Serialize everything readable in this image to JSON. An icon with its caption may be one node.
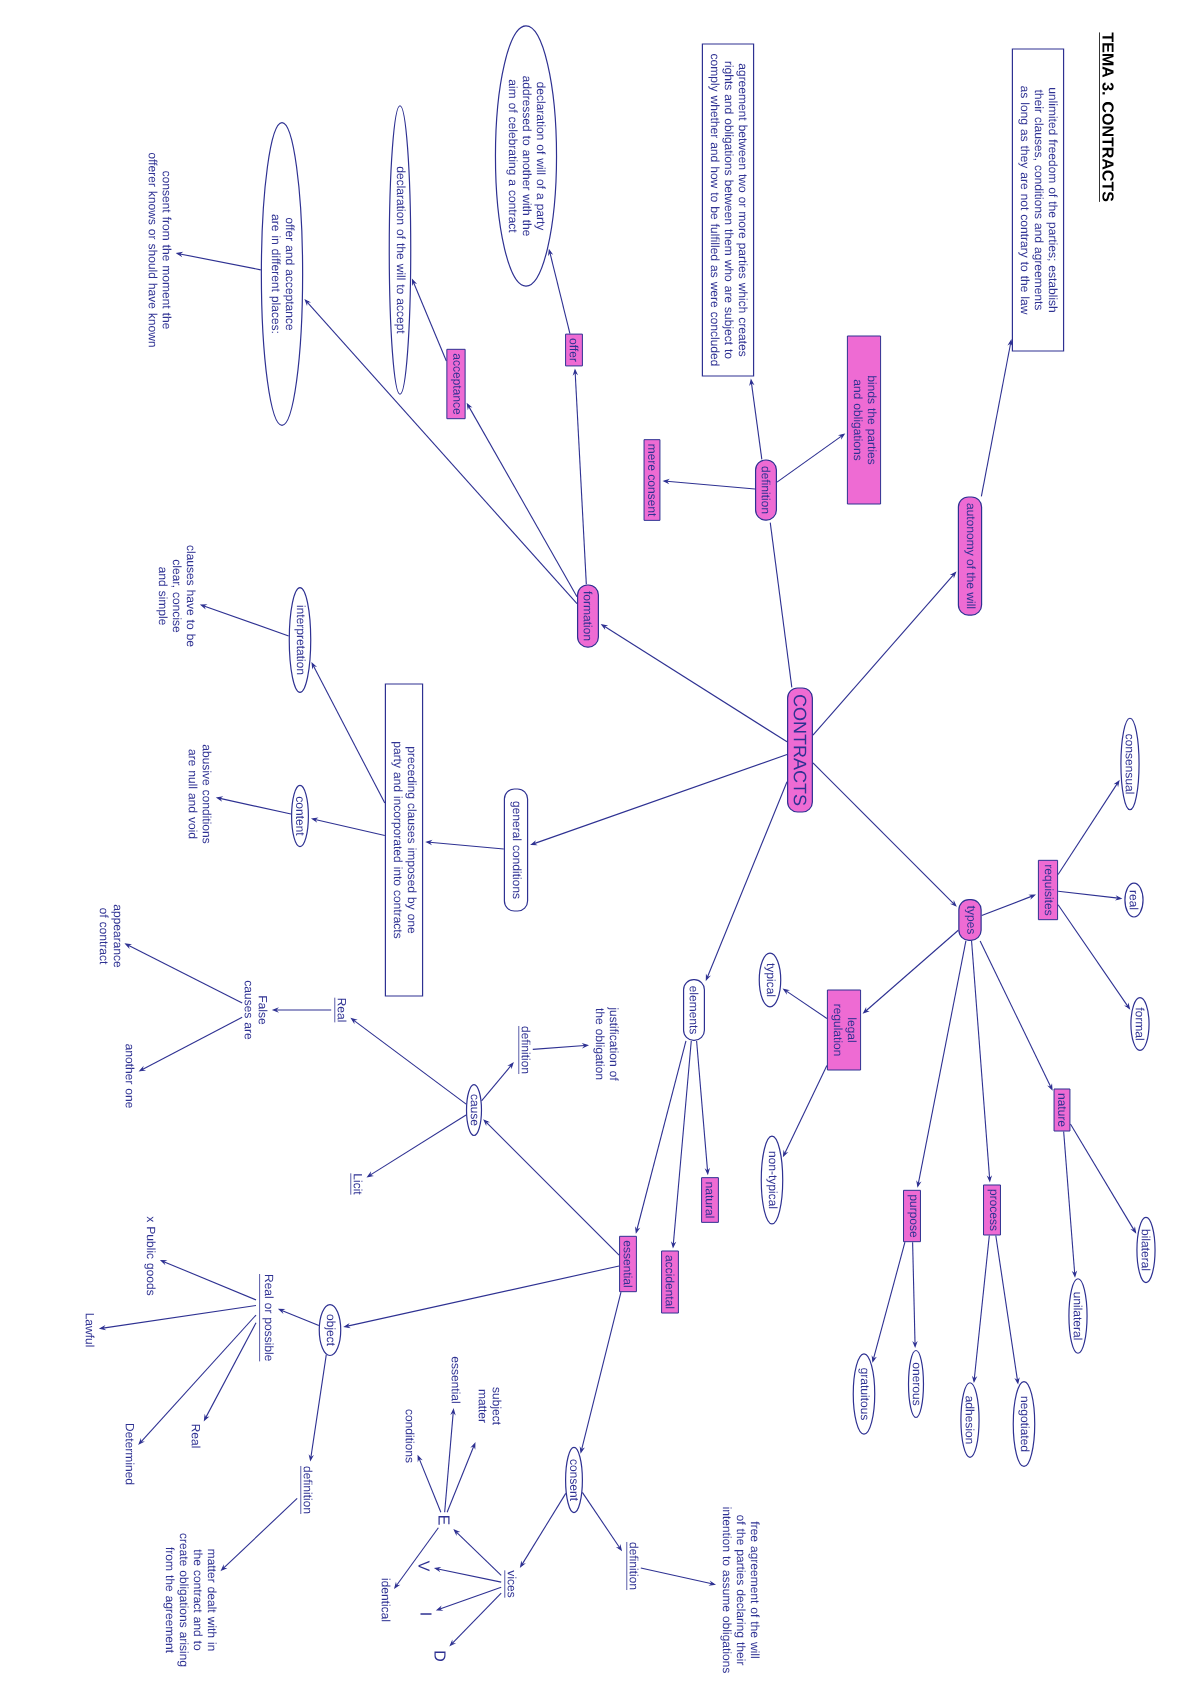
{
  "diagram": {
    "title": "TEMA 3. CONTRACTS",
    "nodes": [
      {
        "text": [
          "CONTRACTS"
        ]
      },
      {
        "text": [
          "autonomy of the will"
        ]
      },
      {
        "text": [
          "unlimited freedom of the parties; establish their clauses, conditions and agreements as long as they are not contrary to the law"
        ]
      },
      {
        "text": [
          "definition"
        ]
      },
      {
        "text": [
          "binds the parties and obligations"
        ]
      },
      {
        "text": [
          "mere consent"
        ]
      },
      {
        "text": [
          "agreement between two or more parties which creates rights and obligations between them who are subject to comply whether and how to be fulfilled as were concluded"
        ]
      },
      {
        "text": [
          "formation"
        ]
      },
      {
        "text": [
          "offer"
        ]
      },
      {
        "text": [
          "declaration of will of a party addressed to another with the aim of celebrating a contract"
        ]
      },
      {
        "text": [
          "acceptance"
        ]
      },
      {
        "text": [
          "declaration of the will to accept"
        ]
      },
      {
        "text": [
          "offer and acceptance are in different places:"
        ]
      },
      {
        "text": [
          "consent from the moment the offerer knows or should have known"
        ]
      },
      {
        "text": [
          "general conditions"
        ]
      },
      {
        "text": [
          "preceding clauses imposed by one party and incorporated into contracts"
        ]
      },
      {
        "text": [
          "interpretation"
        ]
      },
      {
        "text": [
          "clauses have to be clear, concise and simple"
        ]
      },
      {
        "text": [
          "content"
        ]
      },
      {
        "text": [
          "abusive conditions are null and void"
        ]
      },
      {
        "text": [
          "types"
        ]
      },
      {
        "text": [
          "requisites"
        ]
      },
      {
        "text": [
          "consensual"
        ]
      },
      {
        "text": [
          "real"
        ]
      },
      {
        "text": [
          "formal"
        ]
      },
      {
        "text": [
          "nature"
        ]
      },
      {
        "text": [
          "bilateral"
        ]
      },
      {
        "text": [
          "unilateral"
        ]
      },
      {
        "text": [
          "process"
        ]
      },
      {
        "text": [
          "negotiated"
        ]
      },
      {
        "text": [
          "adhesion"
        ]
      },
      {
        "text": [
          "purpose"
        ]
      },
      {
        "text": [
          "onerous"
        ]
      },
      {
        "text": [
          "gratuitous"
        ]
      },
      {
        "text": [
          "legal regulation"
        ]
      },
      {
        "text": [
          "typical"
        ]
      },
      {
        "text": [
          "non-typical"
        ]
      },
      {
        "text": [
          "elements"
        ]
      },
      {
        "text": [
          "natural"
        ]
      },
      {
        "text": [
          "accidental"
        ]
      },
      {
        "text": [
          "essential"
        ]
      },
      {
        "text": [
          "cause"
        ]
      },
      {
        "text": [
          "definition"
        ]
      },
      {
        "text": [
          "justification of the obligation"
        ]
      },
      {
        "text": [
          "Real"
        ]
      },
      {
        "text": [
          "False causes are"
        ]
      },
      {
        "text": [
          "appearance of contract"
        ]
      },
      {
        "text": [
          "another one"
        ]
      },
      {
        "text": [
          "Licit"
        ]
      },
      {
        "text": [
          "object"
        ]
      },
      {
        "text": [
          "consent"
        ]
      },
      {
        "text": [
          "definition"
        ]
      },
      {
        "text": [
          "free agreement of the will of the parties declaring their intention to assume obligations"
        ]
      },
      {
        "text": [
          "vices"
        ]
      },
      {
        "text": [
          "E"
        ]
      },
      {
        "text": [
          "V"
        ]
      },
      {
        "text": [
          "I"
        ]
      },
      {
        "text": [
          "D"
        ]
      },
      {
        "text": [
          "subject matter"
        ]
      },
      {
        "text": [
          "essential"
        ]
      },
      {
        "text": [
          "conditions"
        ]
      },
      {
        "text": [
          "identical"
        ]
      },
      {
        "text": [
          "definition"
        ]
      },
      {
        "text": [
          "matter dealt with in the contract and to create obligations arising from the agreement"
        ]
      },
      {
        "text": [
          "Real or possible"
        ]
      },
      {
        "text": [
          "x Public goods"
        ]
      },
      {
        "text": [
          "Lawful"
        ]
      },
      {
        "text": [
          "Determined"
        ]
      },
      {
        "text": [
          "Real"
        ]
      }
    ],
    "edges": [
      {
        "from": 0,
        "to": 1,
        "arrow": "to"
      },
      {
        "from": 1,
        "to": 2,
        "arrow": "to"
      },
      {
        "from": 0,
        "to": 3,
        "arrow": "none"
      },
      {
        "from": 3,
        "to": 4,
        "arrow": "to"
      },
      {
        "from": 3,
        "to": 5,
        "arrow": "to"
      },
      {
        "from": 3,
        "to": 6,
        "arrow": "to"
      },
      {
        "from": 0,
        "to": 7,
        "arrow": "to"
      },
      {
        "from": 7,
        "to": 8,
        "arrow": "to"
      },
      {
        "from": 7,
        "to": 10,
        "arrow": "to"
      },
      {
        "from": 7,
        "to": 12,
        "arrow": "to"
      },
      {
        "from": 8,
        "to": 9,
        "arrow": "to"
      },
      {
        "from": 10,
        "to": 11,
        "arrow": "to"
      },
      {
        "from": 12,
        "to": 13,
        "arrow": "to"
      },
      {
        "from": 0,
        "to": 14,
        "arrow": "to"
      },
      {
        "from": 14,
        "to": 15,
        "arrow": "to"
      },
      {
        "from": 15,
        "to": 16,
        "arrow": "to"
      },
      {
        "from": 15,
        "to": 18,
        "arrow": "to"
      },
      {
        "from": 16,
        "to": 17,
        "arrow": "to"
      },
      {
        "from": 18,
        "to": 19,
        "arrow": "to"
      },
      {
        "from": 0,
        "to": 20,
        "arrow": "to"
      },
      {
        "from": 20,
        "to": 21,
        "arrow": "to"
      },
      {
        "from": 21,
        "to": 22,
        "arrow": "to"
      },
      {
        "from": 21,
        "to": 23,
        "arrow": "to"
      },
      {
        "from": 21,
        "to": 24,
        "arrow": "to"
      },
      {
        "from": 20,
        "to": 25,
        "arrow": "to"
      },
      {
        "from": 25,
        "to": 26,
        "arrow": "to"
      },
      {
        "from": 25,
        "to": 27,
        "arrow": "to"
      },
      {
        "from": 20,
        "to": 28,
        "arrow": "to"
      },
      {
        "from": 28,
        "to": 29,
        "arrow": "to"
      },
      {
        "from": 28,
        "to": 30,
        "arrow": "to"
      },
      {
        "from": 20,
        "to": 31,
        "arrow": "to"
      },
      {
        "from": 31,
        "to": 32,
        "arrow": "to"
      },
      {
        "from": 31,
        "to": 33,
        "arrow": "to"
      },
      {
        "from": 20,
        "to": 34,
        "arrow": "to"
      },
      {
        "from": 34,
        "to": 35,
        "arrow": "to"
      },
      {
        "from": 34,
        "to": 36,
        "arrow": "to"
      },
      {
        "from": 0,
        "to": 37,
        "arrow": "to"
      },
      {
        "from": 37,
        "to": 38,
        "arrow": "to"
      },
      {
        "from": 37,
        "to": 39,
        "arrow": "to"
      },
      {
        "from": 37,
        "to": 40,
        "arrow": "to"
      },
      {
        "from": 40,
        "to": 41,
        "arrow": "to"
      },
      {
        "from": 40,
        "to": 49,
        "arrow": "to"
      },
      {
        "from": 40,
        "to": 50,
        "arrow": "to"
      },
      {
        "from": 41,
        "to": 42,
        "arrow": "to"
      },
      {
        "from": 42,
        "to": 43,
        "arrow": "to"
      },
      {
        "from": 41,
        "to": 44,
        "arrow": "to"
      },
      {
        "from": 41,
        "to": 48,
        "arrow": "to"
      },
      {
        "from": 44,
        "to": 45,
        "arrow": "to"
      },
      {
        "from": 45,
        "to": 46,
        "arrow": "to"
      },
      {
        "from": 45,
        "to": 47,
        "arrow": "to"
      },
      {
        "from": 49,
        "to": 62,
        "arrow": "to"
      },
      {
        "from": 62,
        "to": 63,
        "arrow": "to"
      },
      {
        "from": 49,
        "to": 64,
        "arrow": "to"
      },
      {
        "from": 64,
        "to": 65,
        "arrow": "to"
      },
      {
        "from": 64,
        "to": 66,
        "arrow": "to"
      },
      {
        "from": 64,
        "to": 67,
        "arrow": "to"
      },
      {
        "from": 64,
        "to": 68,
        "arrow": "to"
      },
      {
        "from": 50,
        "to": 51,
        "arrow": "to"
      },
      {
        "from": 51,
        "to": 52,
        "arrow": "to"
      },
      {
        "from": 50,
        "to": 53,
        "arrow": "to"
      },
      {
        "from": 53,
        "to": 54,
        "arrow": "to"
      },
      {
        "from": 53,
        "to": 55,
        "arrow": "to"
      },
      {
        "from": 53,
        "to": 56,
        "arrow": "to"
      },
      {
        "from": 53,
        "to": 57,
        "arrow": "to"
      },
      {
        "from": 54,
        "to": 58,
        "arrow": "to"
      },
      {
        "from": 54,
        "to": 59,
        "arrow": "to"
      },
      {
        "from": 54,
        "to": 60,
        "arrow": "to"
      },
      {
        "from": 54,
        "to": 61,
        "arrow": "to"
      }
    ]
  }
}
